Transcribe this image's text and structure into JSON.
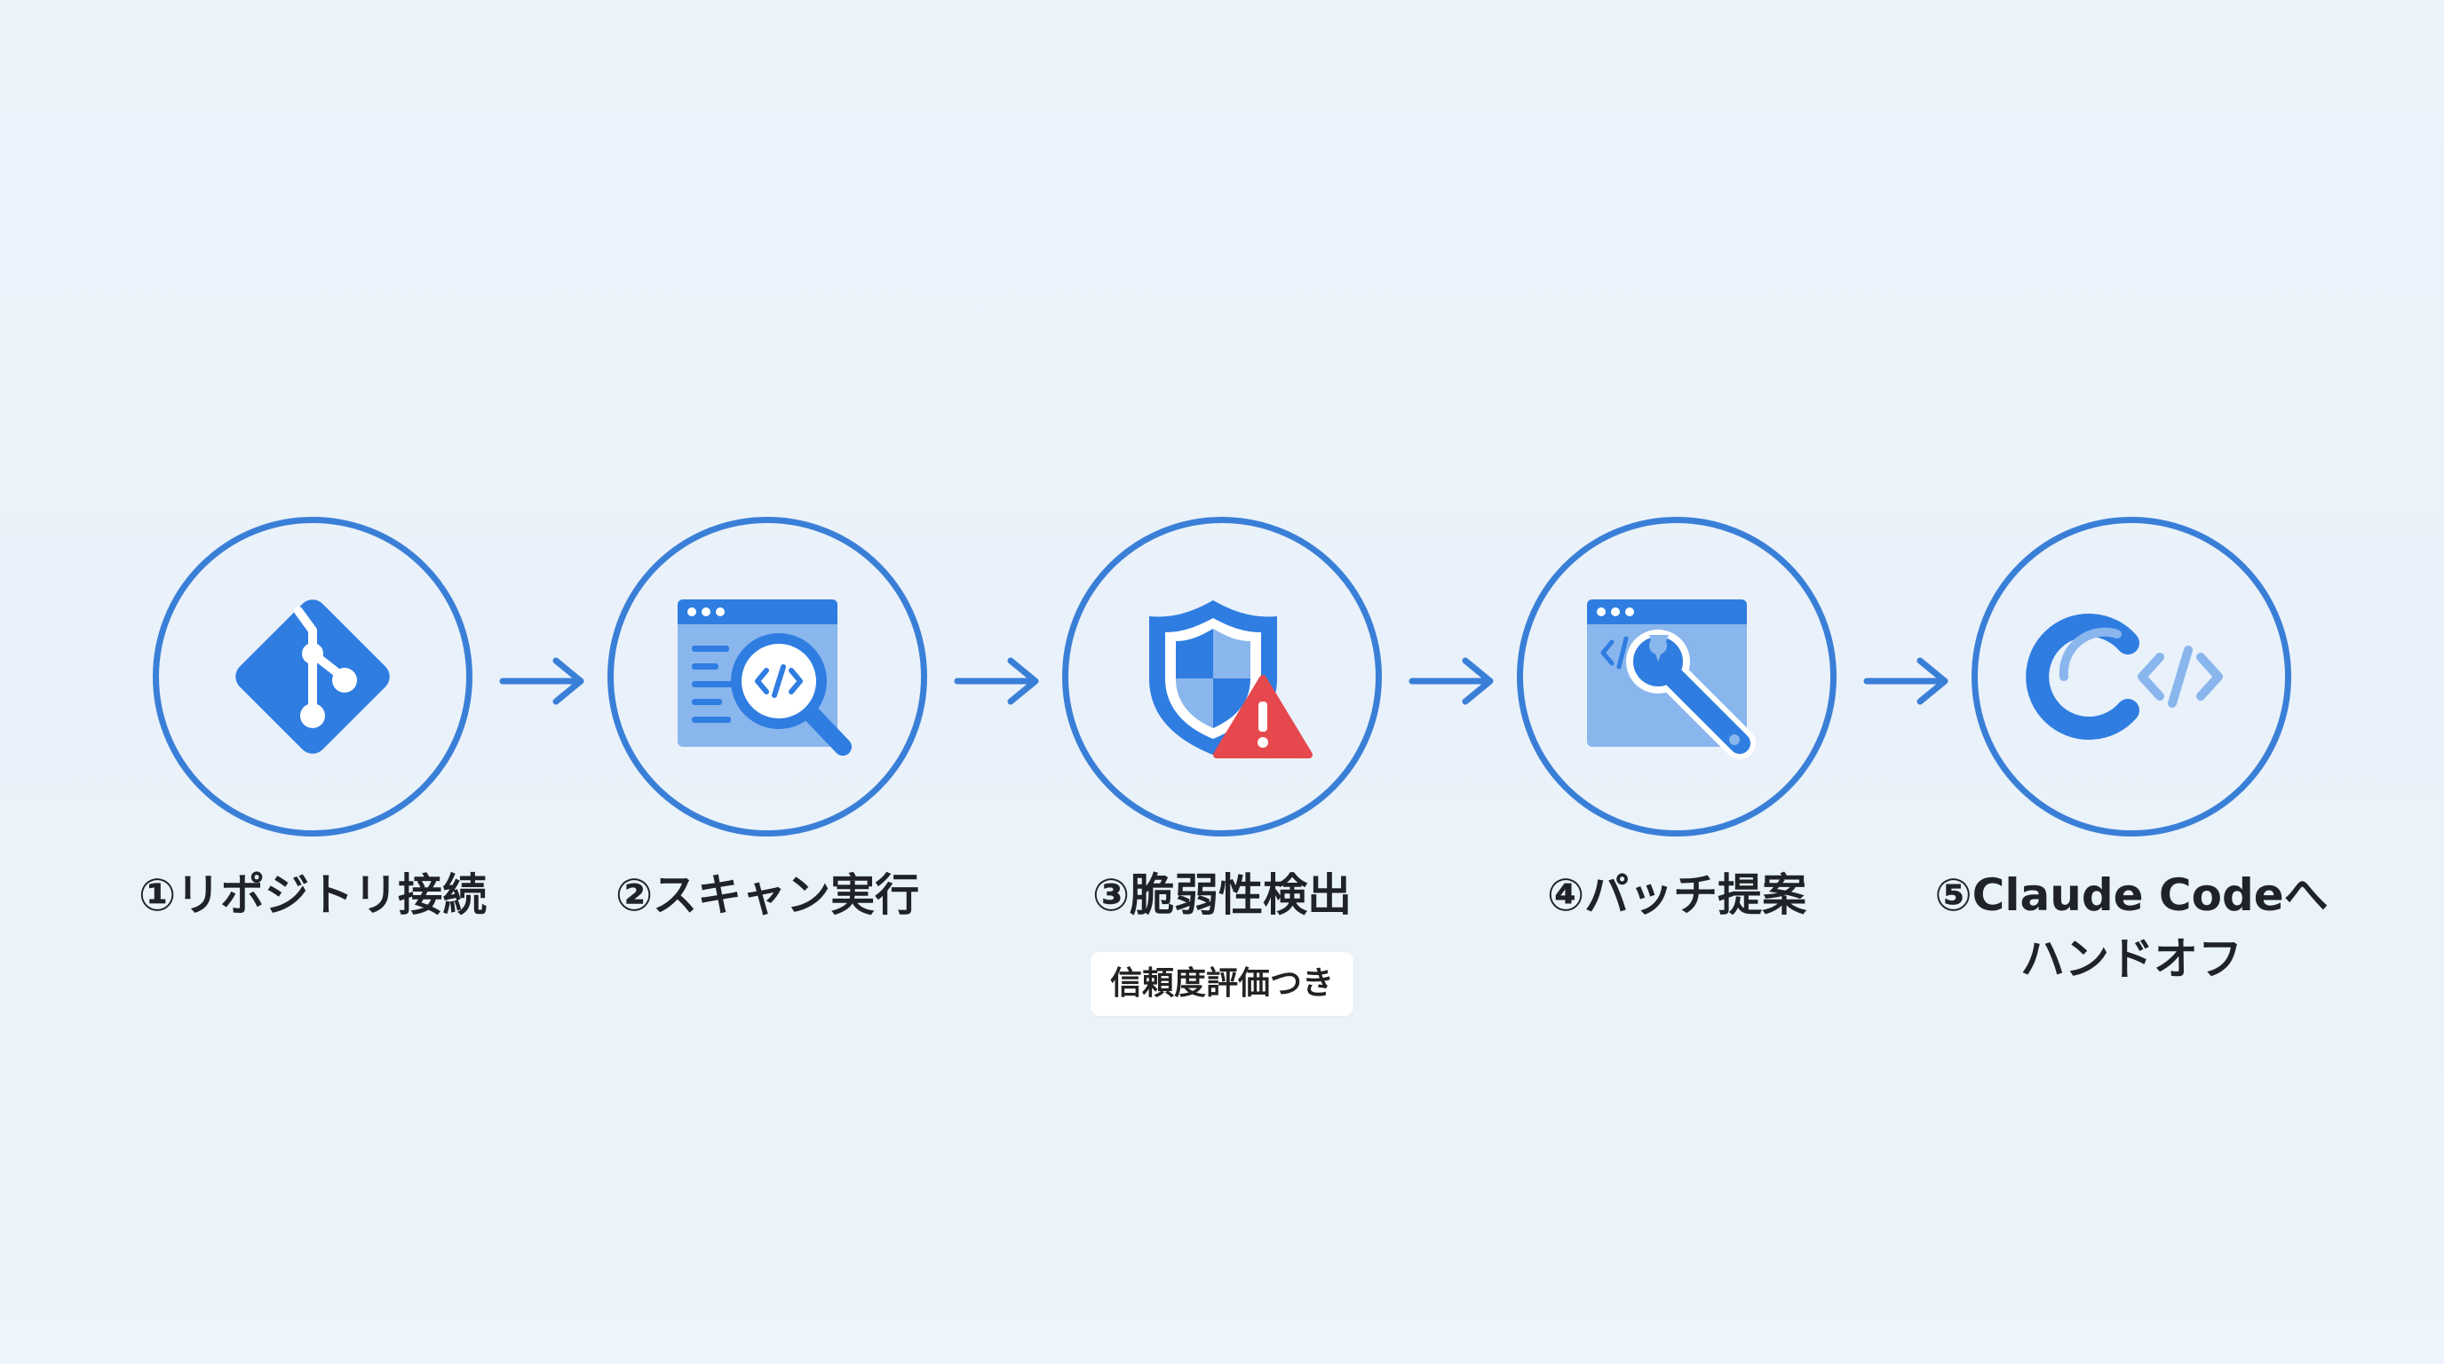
{
  "steps": [
    {
      "label": "①リポジトリ接続",
      "icon": "git-icon"
    },
    {
      "label": "②スキャン実行",
      "icon": "code-scan-icon"
    },
    {
      "label": "③脆弱性検出",
      "icon": "shield-warning-icon",
      "badge": "信頼度評価つき"
    },
    {
      "label": "④パッチ提案",
      "icon": "code-wrench-icon"
    },
    {
      "label_line1": "⑤Claude Codeへ",
      "label_line2": "ハンドオフ",
      "icon": "claude-code-icon"
    }
  ],
  "colors": {
    "primary": "#3a7fd7",
    "icon_blue": "#2f7de1",
    "light_blue": "#8ab6ee",
    "warning_red": "#e5484d",
    "text": "#1f2328",
    "background": "#ecf3fb"
  }
}
